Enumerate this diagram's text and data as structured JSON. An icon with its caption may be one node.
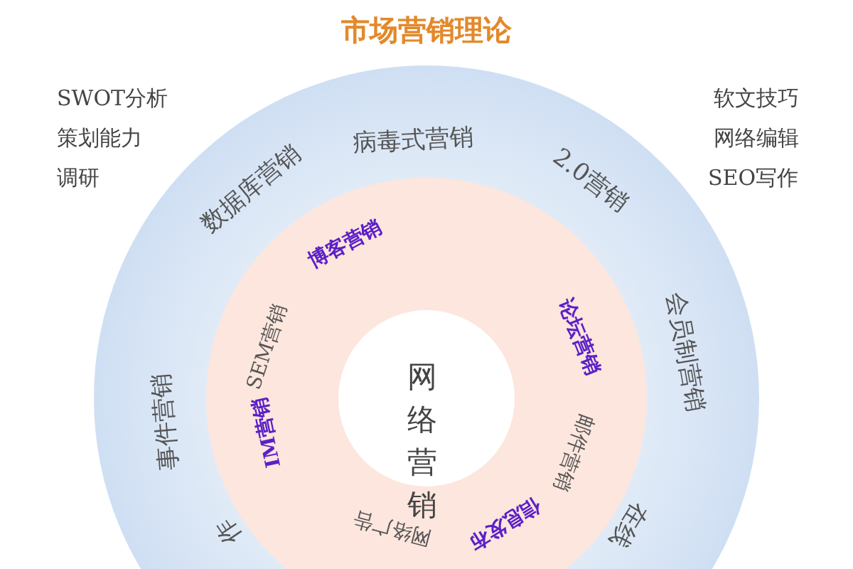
{
  "diagram": {
    "title": "市场营销理论",
    "nodes": [
      {
        "text": [
          "网络营销"
        ]
      }
    ],
    "labels": [
      "SWOT分析",
      "策划能力",
      "调研",
      "软文技巧",
      "网络编辑",
      "SEO写作",
      "数据库营销",
      "病毒式营销",
      "2.0营销",
      "会员制营销",
      "在线",
      "事件营销",
      "作",
      "博客营销",
      "论坛营销",
      "邮件营销",
      "信息发布",
      "网络广告",
      "IM营销",
      "SEM营销"
    ]
  }
}
